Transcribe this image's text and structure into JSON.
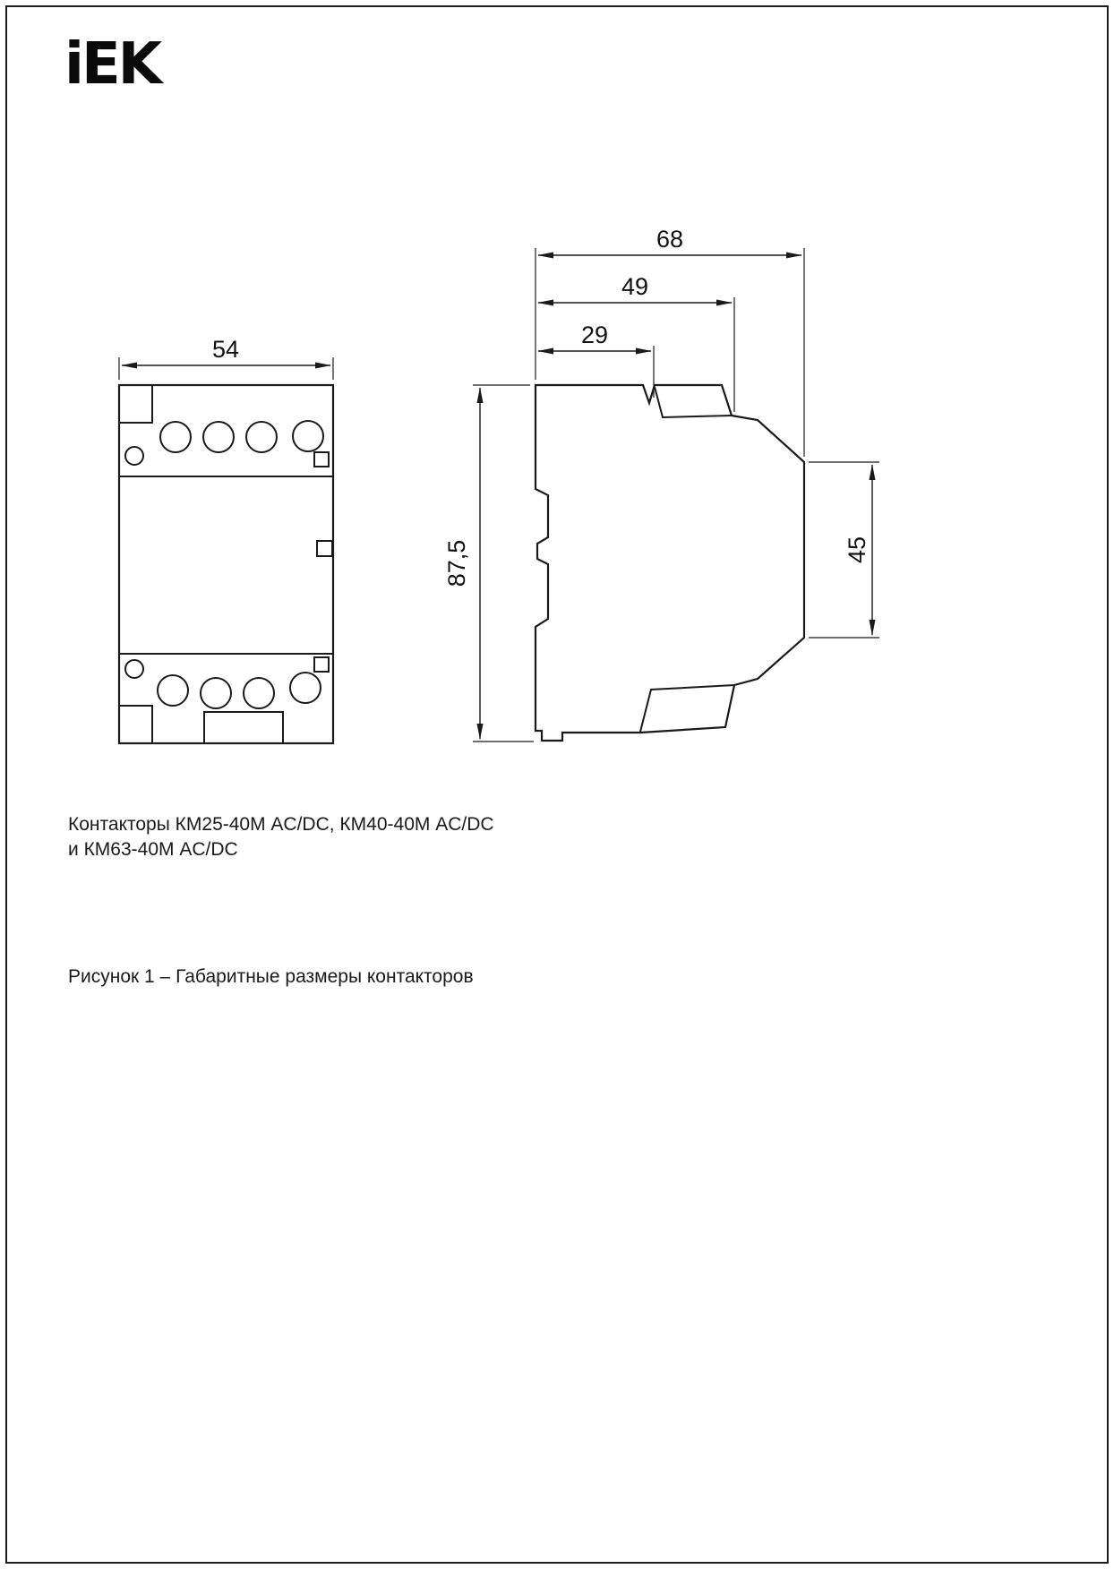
{
  "logo": {
    "text": "iEK"
  },
  "drawing": {
    "front_view": {
      "width": "54"
    },
    "side_view": {
      "depth_total": "68",
      "depth_front": "49",
      "depth_rail": "29",
      "height": "87,5",
      "rail_section_height": "45"
    }
  },
  "captions": {
    "models_line1": "Контакторы КМ25-40М AC/DC, КМ40-40М AC/DC",
    "models_line2": "и КМ63-40М AC/DC",
    "figure": "Рисунок 1 – Габаритные размеры контакторов"
  }
}
